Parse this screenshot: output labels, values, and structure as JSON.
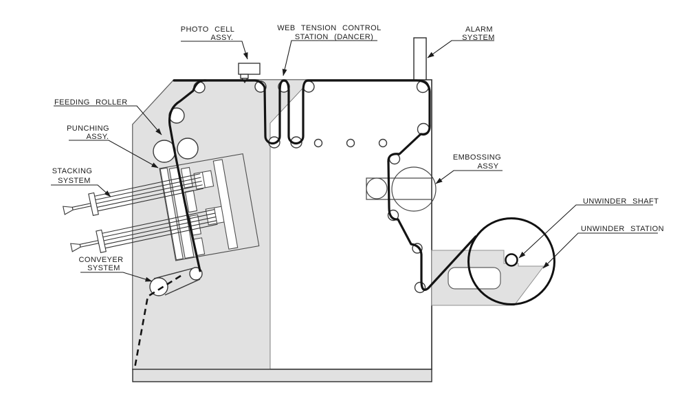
{
  "colors": {
    "background": "#ffffff",
    "machine_fill": "#e1e1e1",
    "station_fill": "#e1e1e1",
    "base_fill": "#e1e1e1",
    "outline": "#2b2b2b",
    "web_line": "#141414",
    "label_text": "#1b1b1b"
  },
  "callouts": {
    "photo_cell": {
      "line1": "PHOTO CELL",
      "line2": "ASSY."
    },
    "web_tension": {
      "line1": "WEB TENSION CONTROL",
      "line2": "STATION (DANCER)"
    },
    "alarm": {
      "line1": "ALARM",
      "line2": "SYSTEM"
    },
    "feeding_roller": {
      "line1": "FEEDING ROLLER"
    },
    "punching": {
      "line1": "PUNCHING",
      "line2": "ASSY."
    },
    "stacking": {
      "line1": "STACKING",
      "line2": "SYSTEM"
    },
    "conveyer": {
      "line1": "CONVEYER",
      "line2": "SYSTEM"
    },
    "embossing": {
      "line1": "EMBOSSING",
      "line2": "ASSY"
    },
    "unwinder_shaft": {
      "line1": "UNWINDER SHAFT"
    },
    "unwinder_station": {
      "line1": "UNWINDER STATION"
    }
  }
}
